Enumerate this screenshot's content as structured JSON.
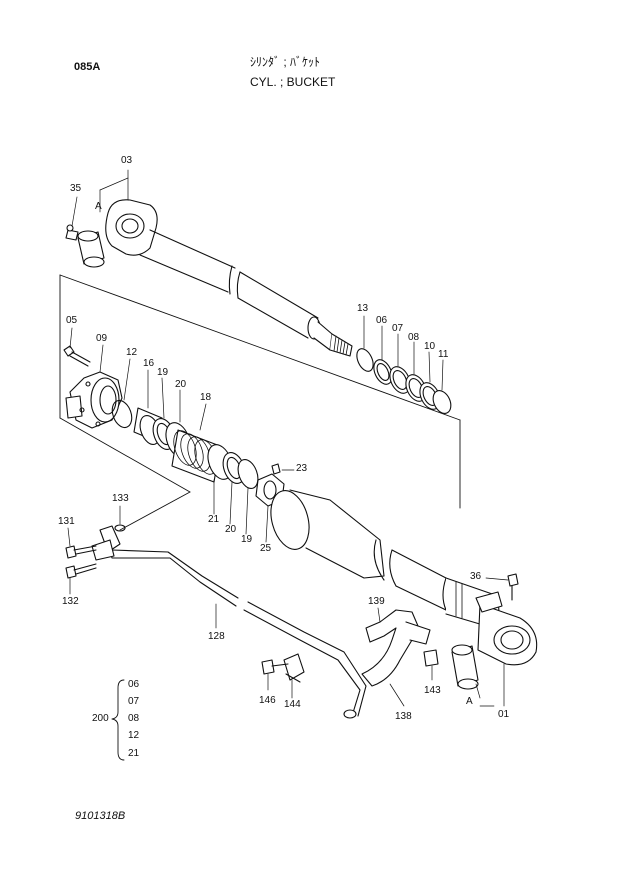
{
  "header": {
    "page_code": "085A",
    "title_jp": "ｼﾘﾝﾀﾞ ; ﾊﾞｹｯﾄ",
    "title_en": "CYL. ; BUCKET"
  },
  "callouts": {
    "c03": "03",
    "c35": "35",
    "ref_a_top": "A",
    "c05": "05",
    "c09": "09",
    "c12": "12",
    "c16": "16",
    "c19a": "19",
    "c20a": "20",
    "c18": "18",
    "c13": "13",
    "c06": "06",
    "c07": "07",
    "c08": "08",
    "c10": "10",
    "c11": "11",
    "c23": "23",
    "c21": "21",
    "c20b": "20",
    "c19b": "19",
    "c25": "25",
    "c133": "133",
    "c131": "131",
    "c132": "132",
    "c128": "128",
    "c36": "36",
    "c139": "139",
    "c143": "143",
    "c146": "146",
    "c144": "144",
    "c138": "138",
    "ref_a_bottom": "A",
    "c01": "01"
  },
  "kit": {
    "number": "200",
    "parts": [
      "06",
      "07",
      "08",
      "12",
      "21"
    ]
  },
  "footer": {
    "drawing_no": "9101318B"
  }
}
